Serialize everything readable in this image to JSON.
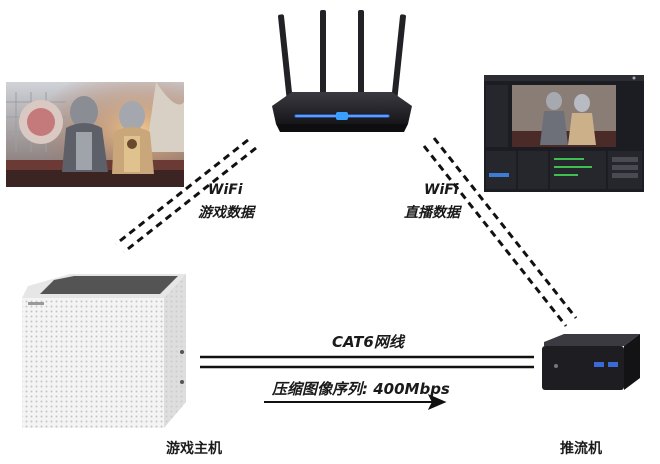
{
  "nodes": {
    "game_pc": "游戏主机",
    "stream_pc": "推流机"
  },
  "links": {
    "wifi_left_line1": "WiFi",
    "wifi_left_line2": "游戏数据",
    "wifi_right_line1": "WiFi",
    "wifi_right_line2": "直播数据",
    "cable": "CAT6网线",
    "bandwidth": "压缩图像序列: 400Mbps"
  },
  "colors": {
    "router_body": "#1e1e22",
    "router_led": "#2b7bff",
    "pc_case": "#f2f2f2",
    "mini_pc": "#202024",
    "line": "#111111"
  },
  "icons": [
    "router-icon",
    "game-screenshot",
    "obs-screenshot",
    "game-pc-icon",
    "mini-pc-icon"
  ]
}
